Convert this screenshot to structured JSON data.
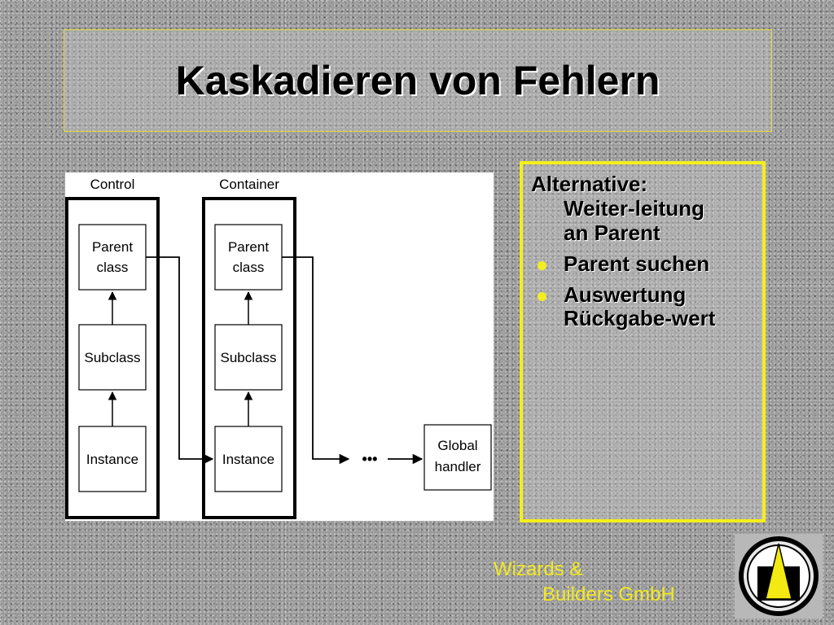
{
  "slide": {
    "title": "Kaskadieren von Fehlern"
  },
  "diagram": {
    "group_labels": {
      "control": "Control",
      "container": "Container"
    },
    "control": {
      "parent_class": [
        "Parent",
        "class"
      ],
      "subclass": "Subclass",
      "instance": "Instance"
    },
    "container": {
      "parent_class": [
        "Parent",
        "class"
      ],
      "subclass": "Subclass",
      "instance": "Instance"
    },
    "ellipsis": "•••",
    "global_handler": [
      "Global",
      "handler"
    ]
  },
  "content": {
    "intro_line1": "Alternative:",
    "intro_line2": "Weiter-leitung",
    "intro_line3": "an Parent",
    "bullets": [
      {
        "lines": [
          "Parent suchen"
        ]
      },
      {
        "lines": [
          "Auswertung",
          "Rückgabe-wert"
        ]
      }
    ]
  },
  "footer": {
    "company_line1": "Wizards &",
    "company_line2": "Builders GmbH"
  },
  "colors": {
    "accent_yellow": "#f5ef1a",
    "footer_text": "#f3ea1f",
    "background": "#9a9a9a"
  }
}
